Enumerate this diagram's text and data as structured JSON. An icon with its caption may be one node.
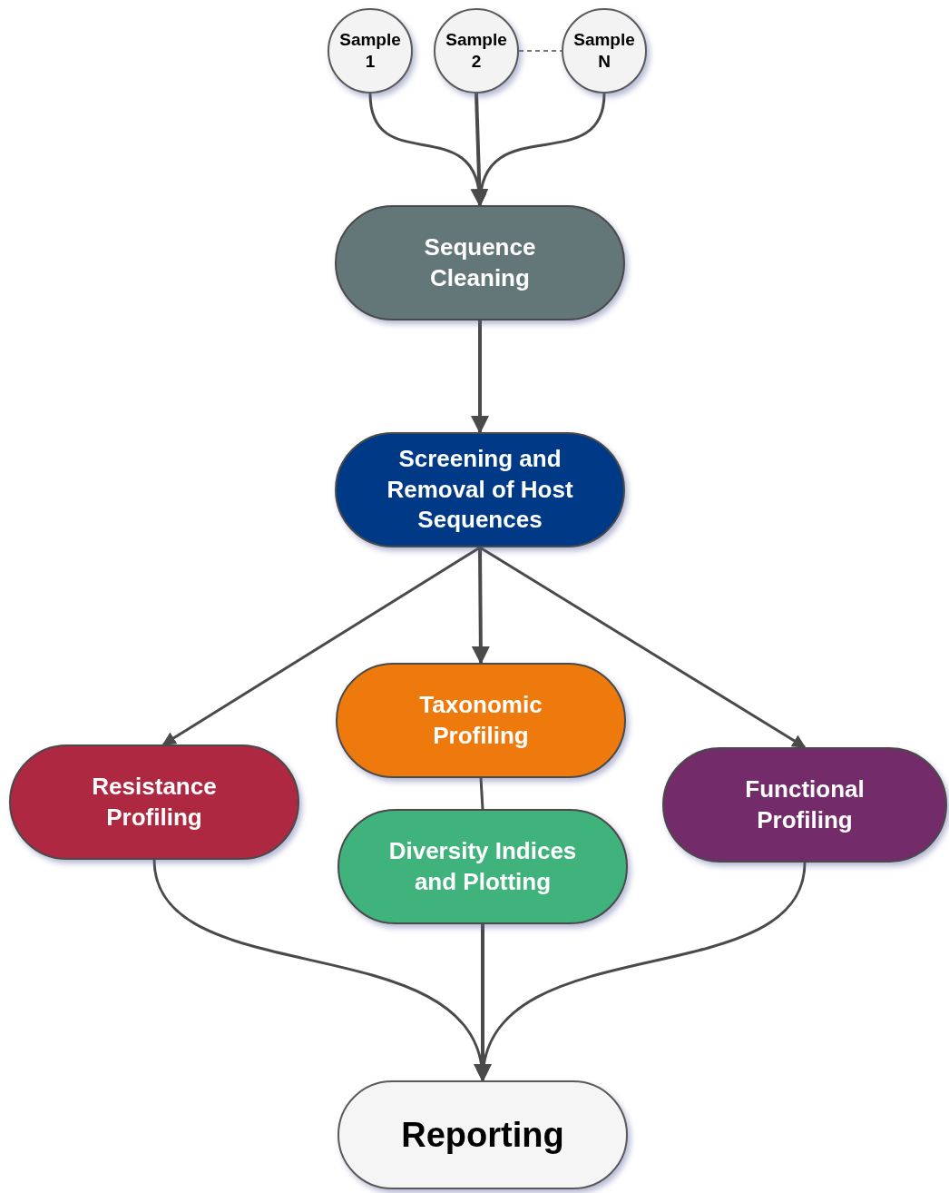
{
  "diagram": {
    "nodes": [
      {
        "text": [
          "Sample 1"
        ]
      },
      {
        "text": [
          "Sample 2"
        ]
      },
      {
        "text": [
          "Sample N"
        ]
      },
      {
        "text": [
          "Sequence Cleaning"
        ]
      },
      {
        "text": [
          "Screening and Removal of Host Sequences"
        ]
      },
      {
        "text": [
          "Taxonomic Profiling"
        ]
      },
      {
        "text": [
          "Resistance Profiling"
        ]
      },
      {
        "text": [
          "Diversity Indices and Plotting"
        ]
      },
      {
        "text": [
          "Functional Profiling"
        ]
      },
      {
        "text": [
          "Reporting"
        ]
      }
    ],
    "edges": [
      {
        "from": 0,
        "to": 3,
        "arrow": "to"
      },
      {
        "from": 1,
        "to": 3,
        "arrow": "to"
      },
      {
        "from": 2,
        "to": 3,
        "arrow": "to"
      },
      {
        "from": 1,
        "to": 2,
        "arrow": "none",
        "style": "dashed"
      },
      {
        "from": 3,
        "to": 4,
        "arrow": "to"
      },
      {
        "from": 4,
        "to": 6,
        "arrow": "to"
      },
      {
        "from": 4,
        "to": 5,
        "arrow": "to"
      },
      {
        "from": 4,
        "to": 8,
        "arrow": "to"
      },
      {
        "from": 5,
        "to": 7,
        "arrow": "none"
      },
      {
        "from": 6,
        "to": 9,
        "arrow": "to"
      },
      {
        "from": 7,
        "to": 9,
        "arrow": "to"
      },
      {
        "from": 8,
        "to": 9,
        "arrow": "to"
      }
    ]
  }
}
